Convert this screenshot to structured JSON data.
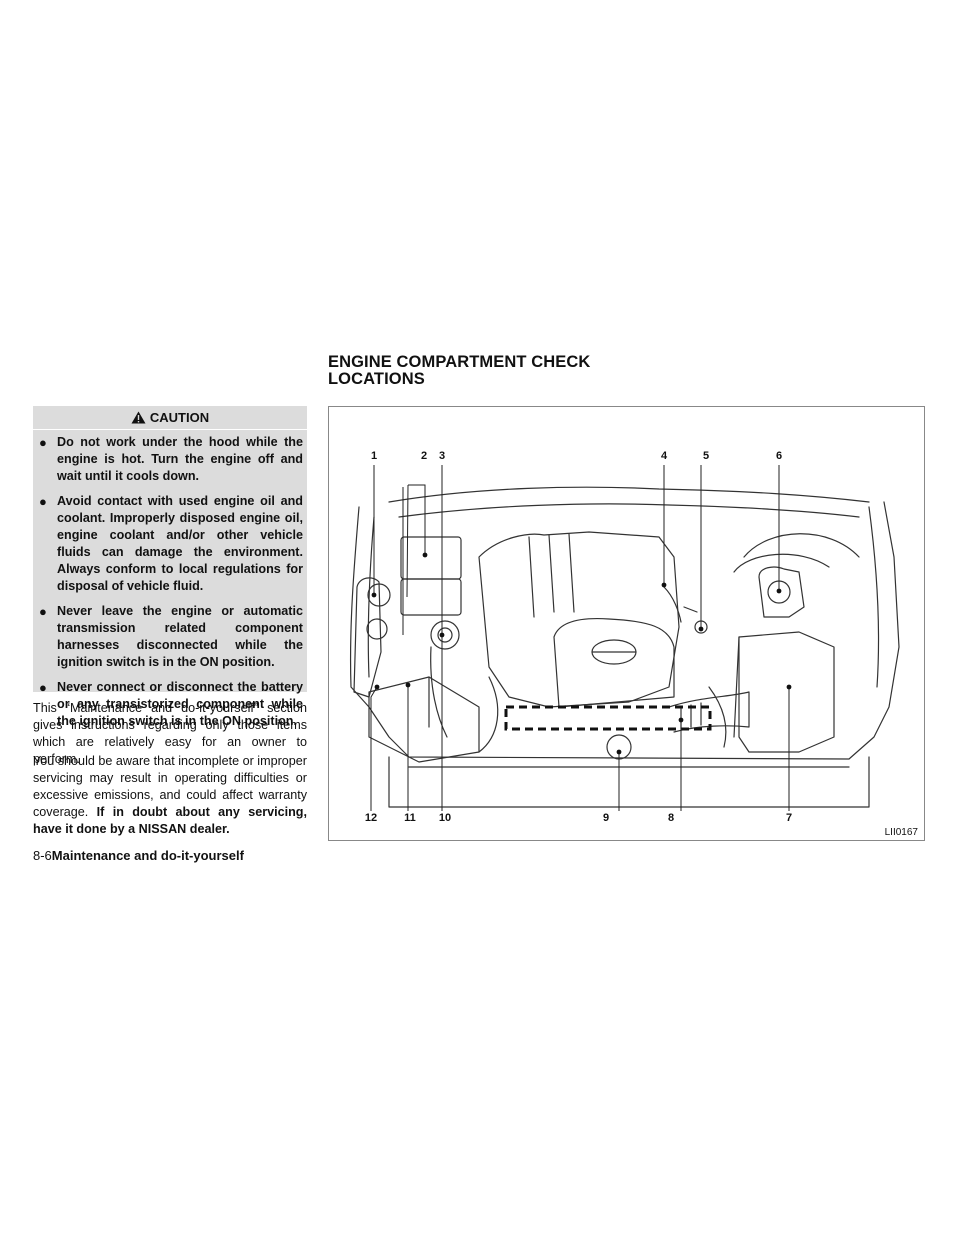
{
  "caution": {
    "heading": "CAUTION",
    "items": [
      "Do not work under the hood while the engine is hot. Turn the engine off and wait until it cools down.",
      "Avoid contact with used engine oil and coolant. Improperly disposed engine oil, engine coolant and/or other vehicle fluids can damage the environment. Always conform to local regulations for disposal of vehicle fluid.",
      "Never leave the engine or automatic transmission related component harnesses disconnected while the ignition switch is in the ON position.",
      "Never connect or disconnect the battery or any transistorized component while the ignition switch is in the ON position."
    ]
  },
  "body": {
    "p1": "This “Maintenance and do-it-yourself” section gives instructions regarding only those items which are relatively easy for an owner to perform.",
    "p2_text": "You should be aware that incomplete or improper servicing may result in operating difficulties or excessive emissions, and could affect warranty coverage.",
    "p2_bold": "If in doubt about any servicing, have it done by a NISSAN dealer."
  },
  "section": {
    "title_line1": "ENGINE COMPARTMENT CHECK",
    "title_line2": "LOCATIONS"
  },
  "figure": {
    "top_callouts": [
      "1",
      "2",
      "3",
      "4",
      "5",
      "6"
    ],
    "bottom_callouts": [
      "12",
      "11",
      "10",
      "9",
      "8",
      "7"
    ],
    "code": "LII0167"
  },
  "footer": {
    "page_number": "8-6",
    "chapter": "Maintenance and do-it-yourself"
  }
}
